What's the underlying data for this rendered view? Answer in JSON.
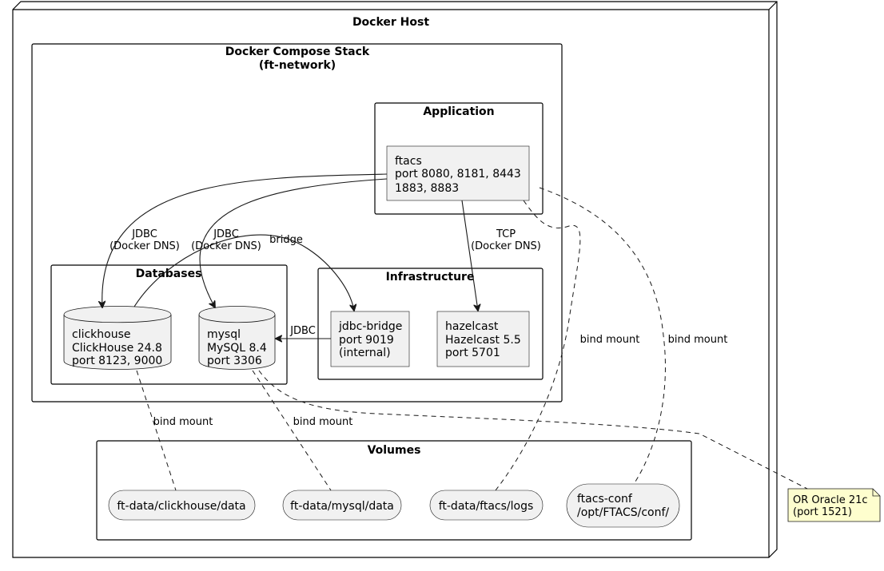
{
  "containers": {
    "host": "Docker Host",
    "stack_line1": "Docker Compose Stack",
    "stack_line2": "(ft-network)",
    "application": "Application",
    "databases": "Databases",
    "infrastructure": "Infrastructure",
    "volumes": "Volumes"
  },
  "nodes": {
    "ftacs": [
      "ftacs",
      "port 8080, 8181, 8443",
      "1883, 8883"
    ],
    "clickhouse": [
      "clickhouse",
      "ClickHouse 24.8",
      "port 8123, 9000"
    ],
    "mysql": [
      "mysql",
      "MySQL 8.4",
      "port 3306"
    ],
    "jdbc_bridge": [
      "jdbc-bridge",
      "port 9019",
      "(internal)"
    ],
    "hazelcast": [
      "hazelcast",
      "Hazelcast 5.5",
      "port 5701"
    ]
  },
  "volumes": {
    "clickhouse_data": "ft-data/clickhouse/data",
    "mysql_data": "ft-data/mysql/data",
    "ftacs_logs": "ft-data/ftacs/logs",
    "ftacs_conf_line1": "ftacs-conf",
    "ftacs_conf_line2": "/opt/FTACS/conf/"
  },
  "edge_labels": {
    "ftacs_clickhouse": [
      "JDBC",
      "(Docker DNS)"
    ],
    "ftacs_mysql": [
      "JDBC",
      "(Docker DNS)"
    ],
    "ftacs_hazelcast": [
      "TCP",
      "(Docker DNS)"
    ],
    "clickhouse_bridge": "bridge",
    "bridge_mysql": "JDBC",
    "logs_mount": "bind mount",
    "conf_mount": "bind mount",
    "clickhouse_mount": "bind mount",
    "mysql_mount": "bind mount"
  },
  "note": [
    "OR Oracle 21c",
    "(port 1521)"
  ],
  "colors": {
    "component_fill": "#f1f1f1",
    "note_fill": "#fefece",
    "line": "#181818"
  }
}
